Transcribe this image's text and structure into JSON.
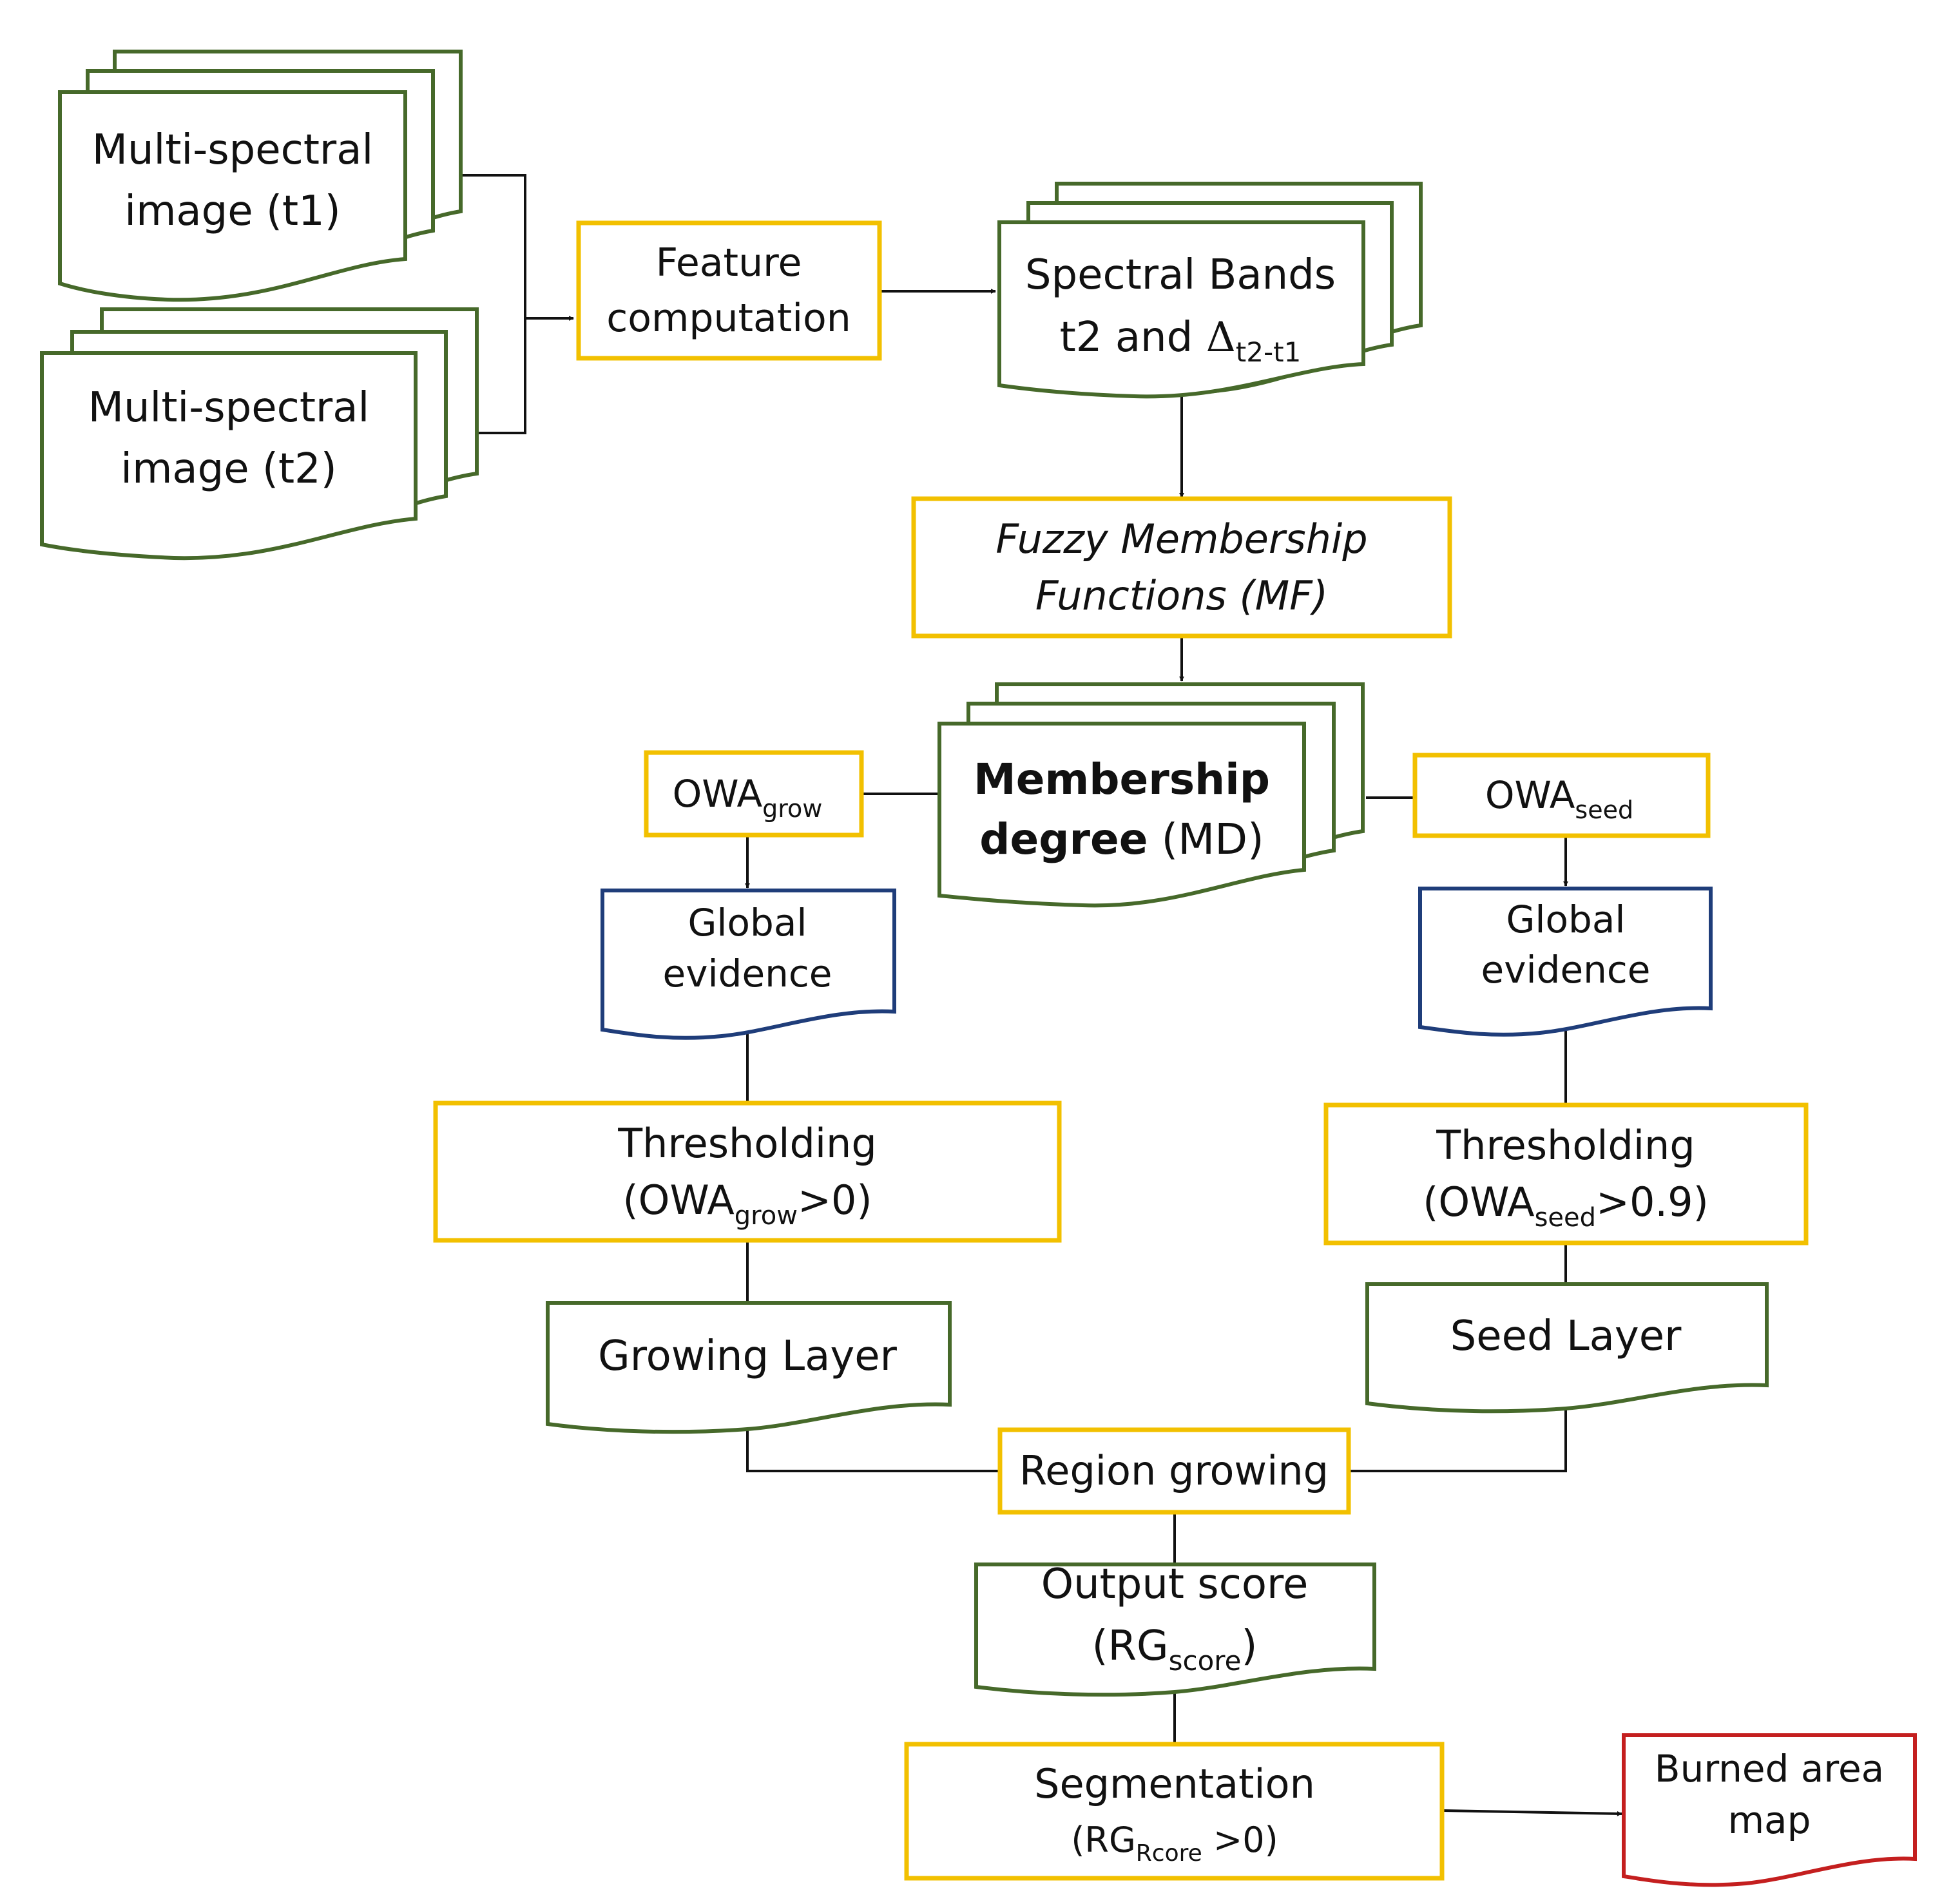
{
  "nodes": {
    "mi1": {
      "line1": "Multi-spectral",
      "line2": "image (t1)"
    },
    "mi2": {
      "line1": "Multi-spectral",
      "line2": "image (t2)"
    },
    "feature": {
      "line1": "Feature",
      "line2": "computation"
    },
    "spectral": {
      "line1": "Spectral Bands",
      "line2_a": "t2 and ",
      "delta": "Δ",
      "delta_sub": "t2-t1"
    },
    "fuzzy": {
      "line1": "Fuzzy Membership",
      "line2": "Functions (MF)"
    },
    "md": {
      "line1": "Membership",
      "line2_bold": "degree",
      "line2_rest": " (MD)"
    },
    "owa_grow": {
      "base": "OWA",
      "sub": "grow"
    },
    "owa_seed": {
      "base": "OWA",
      "sub": "seed"
    },
    "global_left": {
      "line1": "Global",
      "line2": "evidence"
    },
    "global_right": {
      "line1": "Global",
      "line2": "evidence"
    },
    "thresh_left": {
      "line1": "Thresholding",
      "line2_a": "(OWA",
      "line2_sub": "grow",
      "line2_b": ">0)"
    },
    "thresh_right": {
      "line1": "Thresholding",
      "line2_a": "(OWA",
      "line2_sub": "seed",
      "line2_b": ">0.9)"
    },
    "growing_layer": {
      "label": "Growing Layer"
    },
    "seed_layer": {
      "label": "Seed Layer"
    },
    "region": {
      "label": "Region growing"
    },
    "output": {
      "line1": "Output score",
      "line2_a": "(RG",
      "line2_sub": "score",
      "line2_b": ")"
    },
    "segmentation": {
      "line1": "Segmentation",
      "line2_a": "(RG",
      "line2_sub": "Rcore",
      "line2_b": " >0)"
    },
    "burned": {
      "line1": "Burned area",
      "line2": "map"
    }
  },
  "colors": {
    "process_border": "#f2c000",
    "data_border": "#46692a",
    "evidence_border": "#1f3d7a",
    "result_border": "#c41f1f",
    "connector": "#111111"
  }
}
